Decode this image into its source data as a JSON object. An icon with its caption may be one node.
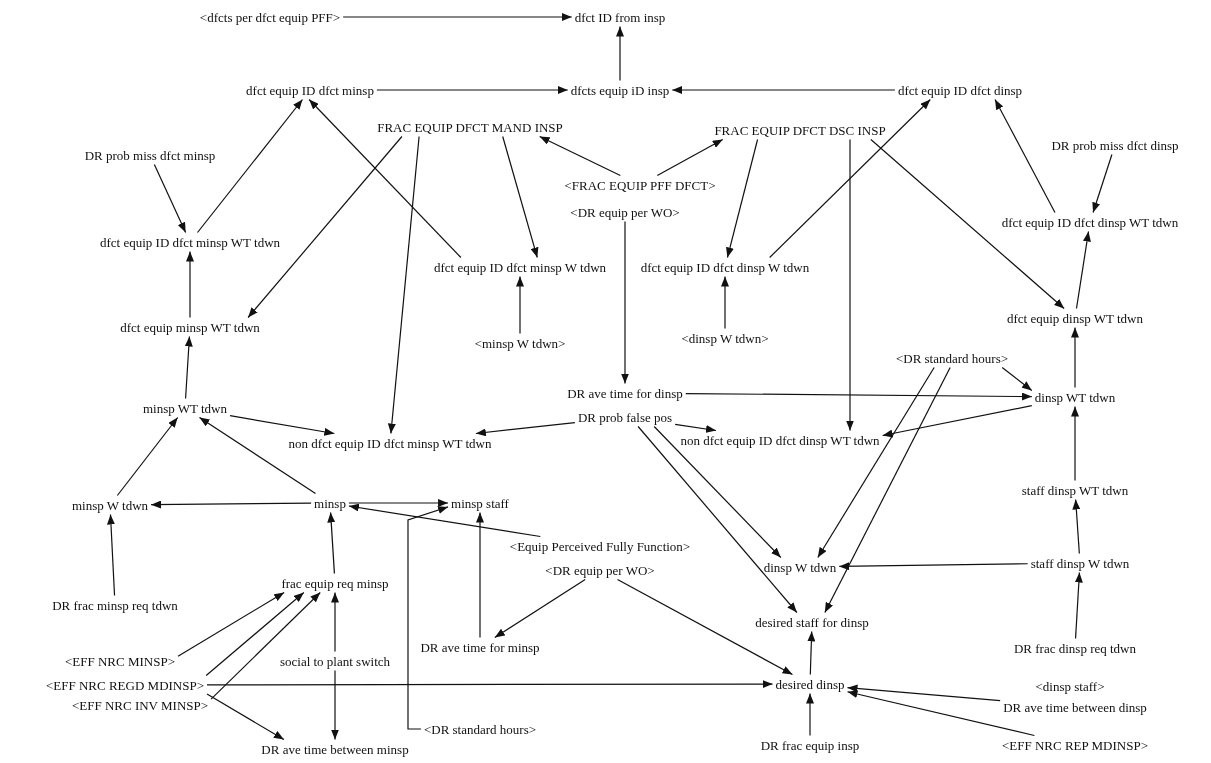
{
  "diagram": {
    "nodes": [
      {
        "text": [
          "<dfcts per dfct equip PFF>"
        ]
      },
      {
        "text": [
          "dfct ID from insp"
        ]
      },
      {
        "text": [
          "dfct equip ID dfct minsp"
        ]
      },
      {
        "text": [
          "dfcts equip iD insp"
        ]
      },
      {
        "text": [
          "dfct equip ID dfct dinsp"
        ]
      },
      {
        "text": [
          "FRAC EQUIP DFCT MAND INSP"
        ]
      },
      {
        "text": [
          "FRAC EQUIP DFCT DSC INSP"
        ]
      },
      {
        "text": [
          "DR prob miss dfct minsp"
        ]
      },
      {
        "text": [
          "DR prob miss dfct dinsp"
        ]
      },
      {
        "text": [
          "<FRAC EQUIP PFF DFCT>"
        ]
      },
      {
        "text": [
          "<DR equip per WO>"
        ]
      },
      {
        "text": [
          "dfct equip ID dfct minsp WT tdwn"
        ]
      },
      {
        "text": [
          "dfct equip ID dfct dinsp WT tdwn"
        ]
      },
      {
        "text": [
          "dfct equip ID dfct minsp W tdwn"
        ]
      },
      {
        "text": [
          "dfct equip ID dfct dinsp W tdwn"
        ]
      },
      {
        "text": [
          "dfct equip minsp WT tdwn"
        ]
      },
      {
        "text": [
          "dfct equip dinsp WT tdwn"
        ]
      },
      {
        "text": [
          "<minsp W tdwn>"
        ]
      },
      {
        "text": [
          "<dinsp W tdwn>"
        ]
      },
      {
        "text": [
          "<DR standard hours>"
        ]
      },
      {
        "text": [
          "DR ave time for dinsp"
        ]
      },
      {
        "text": [
          "minsp WT tdwn"
        ]
      },
      {
        "text": [
          "dinsp WT tdwn"
        ]
      },
      {
        "text": [
          "DR prob false pos"
        ]
      },
      {
        "text": [
          "non dfct equip ID dfct minsp WT tdwn"
        ]
      },
      {
        "text": [
          "non dfct equip ID dfct dinsp WT tdwn"
        ]
      },
      {
        "text": [
          "minsp W tdwn"
        ]
      },
      {
        "text": [
          "minsp"
        ]
      },
      {
        "text": [
          "minsp staff"
        ]
      },
      {
        "text": [
          "staff dinsp WT tdwn"
        ]
      },
      {
        "text": [
          "<Equip Perceived Fully Function>"
        ]
      },
      {
        "text": [
          "<DR equip per WO>"
        ]
      },
      {
        "text": [
          "dinsp W tdwn"
        ]
      },
      {
        "text": [
          "staff dinsp W tdwn"
        ]
      },
      {
        "text": [
          "frac equip req minsp"
        ]
      },
      {
        "text": [
          "DR frac minsp req tdwn"
        ]
      },
      {
        "text": [
          "desired staff for dinsp"
        ]
      },
      {
        "text": [
          "DR ave time for minsp"
        ]
      },
      {
        "text": [
          "DR frac dinsp req tdwn"
        ]
      },
      {
        "text": [
          "<EFF NRC MINSP>"
        ]
      },
      {
        "text": [
          "social to plant switch"
        ]
      },
      {
        "text": [
          "<EFF NRC REGD MDINSP>"
        ]
      },
      {
        "text": [
          "desired dinsp"
        ]
      },
      {
        "text": [
          "<dinsp staff>"
        ]
      },
      {
        "text": [
          "<EFF NRC INV MINSP>"
        ]
      },
      {
        "text": [
          "DR ave time between dinsp"
        ]
      },
      {
        "text": [
          "<DR standard hours>"
        ]
      },
      {
        "text": [
          "DR ave time between minsp"
        ]
      },
      {
        "text": [
          "DR frac equip insp"
        ]
      },
      {
        "text": [
          "<EFF NRC REP MDINSP>"
        ]
      }
    ],
    "edges": [
      {
        "from": 0,
        "to": 1,
        "arrow": "to"
      },
      {
        "from": 2,
        "to": 3,
        "arrow": "to"
      },
      {
        "from": 4,
        "to": 3,
        "arrow": "to"
      },
      {
        "from": 3,
        "to": 1,
        "arrow": "to"
      },
      {
        "from": 9,
        "to": 5,
        "arrow": "to"
      },
      {
        "from": 9,
        "to": 6,
        "arrow": "to"
      },
      {
        "from": 7,
        "to": 11,
        "arrow": "to"
      },
      {
        "from": 11,
        "to": 2,
        "arrow": "to"
      },
      {
        "from": 5,
        "to": 13,
        "arrow": "to"
      },
      {
        "from": 13,
        "to": 2,
        "arrow": "to"
      },
      {
        "from": 5,
        "to": 15,
        "arrow": "to"
      },
      {
        "from": 5,
        "to": 24,
        "arrow": "to"
      },
      {
        "from": 15,
        "to": 11,
        "arrow": "to"
      },
      {
        "from": 21,
        "to": 15,
        "arrow": "to"
      },
      {
        "from": 26,
        "to": 21,
        "arrow": "to"
      },
      {
        "from": 27,
        "to": 21,
        "arrow": "to"
      },
      {
        "from": 21,
        "to": 24,
        "arrow": "to"
      },
      {
        "from": 23,
        "to": 24,
        "arrow": "to"
      },
      {
        "from": 27,
        "to": 26,
        "arrow": "to"
      },
      {
        "from": 27,
        "to": 28,
        "arrow": "to"
      },
      {
        "from": 30,
        "to": 27,
        "arrow": "to"
      },
      {
        "from": 34,
        "to": 27,
        "arrow": "to"
      },
      {
        "from": 40,
        "to": 34,
        "arrow": "to"
      },
      {
        "from": 40,
        "to": 47,
        "arrow": "to"
      },
      {
        "from": 39,
        "to": 34,
        "arrow": "to"
      },
      {
        "from": 41,
        "to": 34,
        "arrow": "to"
      },
      {
        "from": 44,
        "to": 34,
        "arrow": "to"
      },
      {
        "from": 41,
        "to": 47,
        "arrow": "to"
      },
      {
        "from": 41,
        "to": 42,
        "arrow": "to"
      },
      {
        "from": 37,
        "to": 28,
        "arrow": "to"
      },
      {
        "from": 46,
        "to": 28,
        "arrow": "to"
      },
      {
        "from": 31,
        "to": 37,
        "arrow": "to"
      },
      {
        "from": 31,
        "to": 42,
        "arrow": "to"
      },
      {
        "from": 10,
        "to": 20,
        "arrow": "to"
      },
      {
        "from": 20,
        "to": 22,
        "arrow": "to"
      },
      {
        "from": 19,
        "to": 22,
        "arrow": "to"
      },
      {
        "from": 6,
        "to": 14,
        "arrow": "to"
      },
      {
        "from": 6,
        "to": 25,
        "arrow": "to"
      },
      {
        "from": 6,
        "to": 16,
        "arrow": "to"
      },
      {
        "from": 14,
        "to": 4,
        "arrow": "to"
      },
      {
        "from": 18,
        "to": 14,
        "arrow": "to"
      },
      {
        "from": 12,
        "to": 4,
        "arrow": "to"
      },
      {
        "from": 8,
        "to": 12,
        "arrow": "to"
      },
      {
        "from": 16,
        "to": 12,
        "arrow": "to"
      },
      {
        "from": 22,
        "to": 16,
        "arrow": "to"
      },
      {
        "from": 29,
        "to": 22,
        "arrow": "to"
      },
      {
        "from": 33,
        "to": 29,
        "arrow": "to"
      },
      {
        "from": 38,
        "to": 33,
        "arrow": "to"
      },
      {
        "from": 22,
        "to": 25,
        "arrow": "to"
      },
      {
        "from": 23,
        "to": 25,
        "arrow": "to"
      },
      {
        "from": 23,
        "to": 32,
        "arrow": "to"
      },
      {
        "from": 23,
        "to": 36,
        "arrow": "to"
      },
      {
        "from": 19,
        "to": 32,
        "arrow": "to"
      },
      {
        "from": 19,
        "to": 36,
        "arrow": "to"
      },
      {
        "from": 33,
        "to": 32,
        "arrow": "to"
      },
      {
        "from": 42,
        "to": 36,
        "arrow": "to"
      },
      {
        "from": 48,
        "to": 42,
        "arrow": "to"
      },
      {
        "from": 45,
        "to": 42,
        "arrow": "to"
      },
      {
        "from": 49,
        "to": 42,
        "arrow": "to"
      },
      {
        "from": 35,
        "to": 26,
        "arrow": "to"
      },
      {
        "from": 17,
        "to": 13,
        "arrow": "to"
      }
    ]
  }
}
